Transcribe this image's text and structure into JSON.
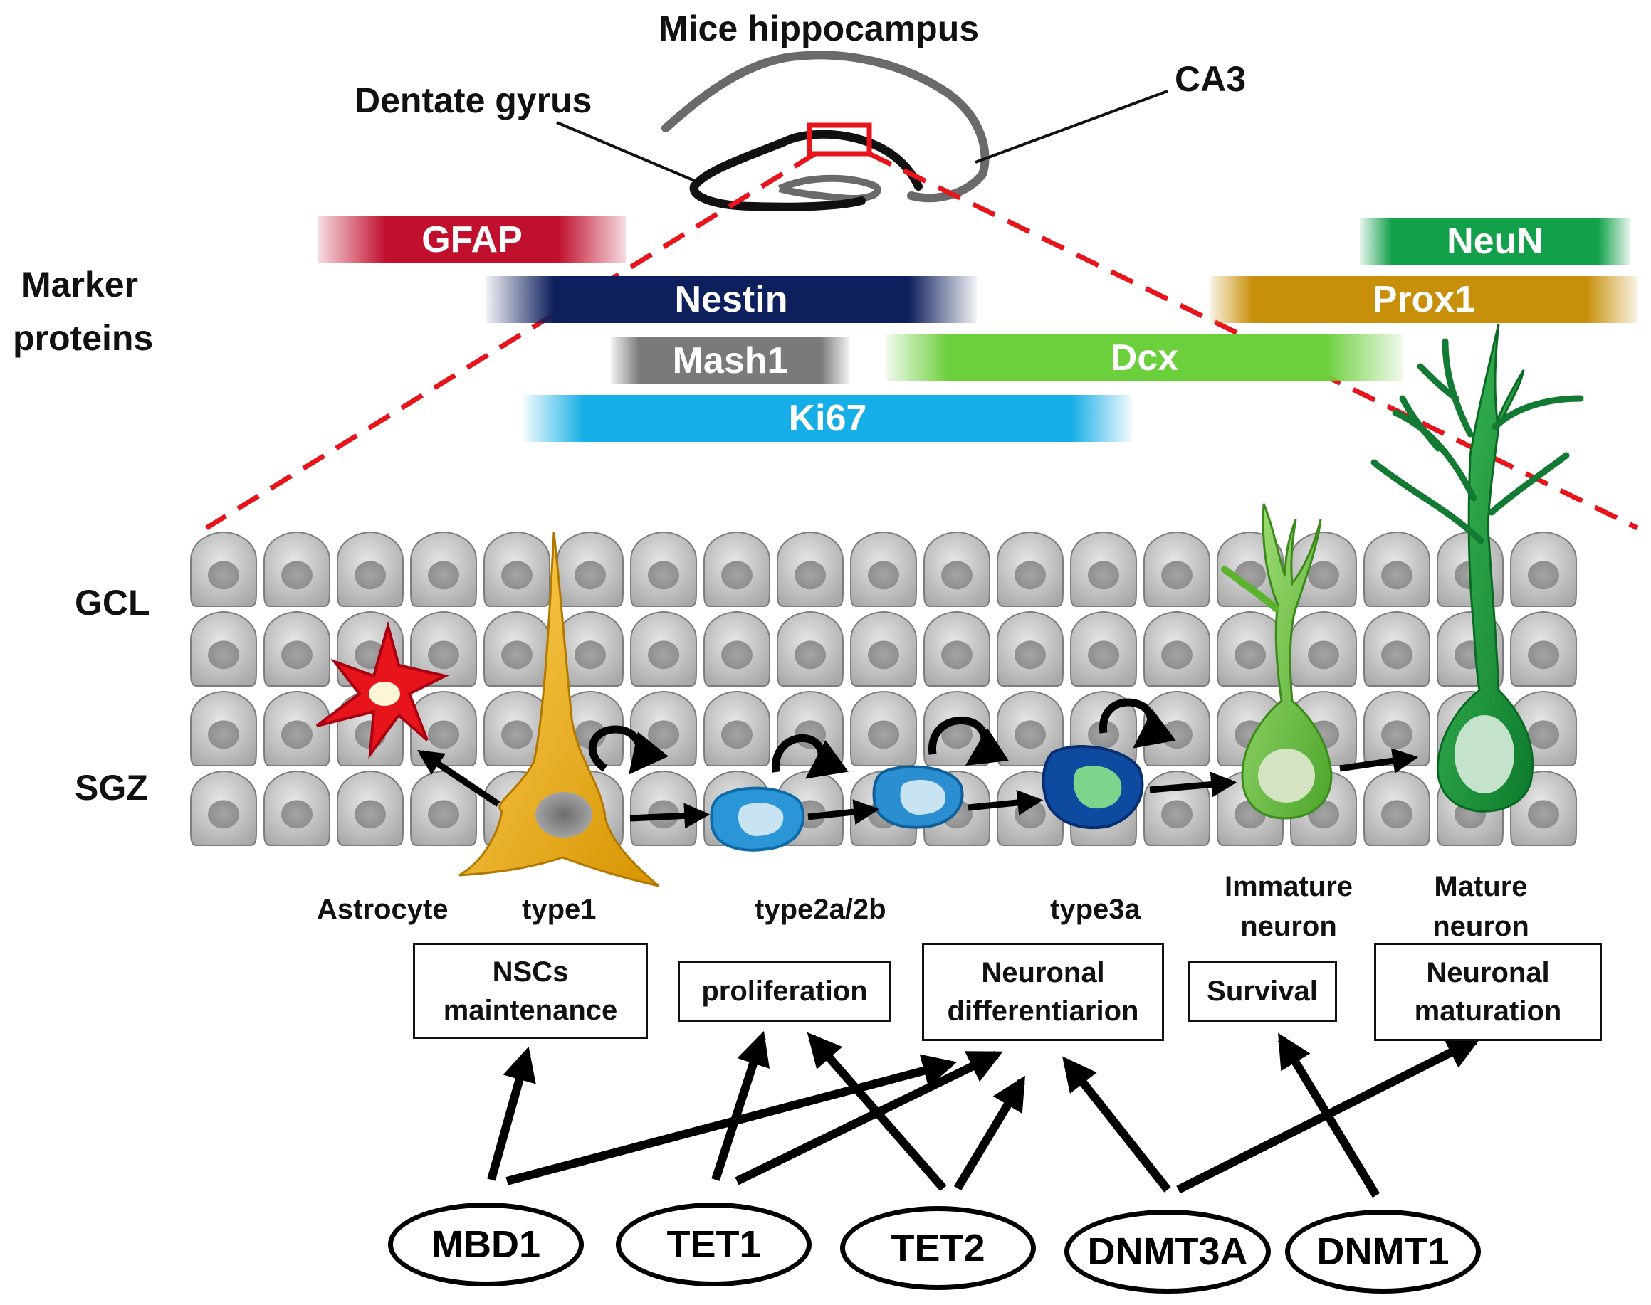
{
  "hippocampus": {
    "title": "Mice hippocampus",
    "dentate_gyrus_label": "Dentate gyrus",
    "ca3_label": "CA3"
  },
  "markers": {
    "heading_line1": "Marker",
    "heading_line2": "proteins",
    "gfap": "GFAP",
    "nestin": "Nestin",
    "mash1": "Mash1",
    "ki67": "Ki67",
    "dcx": "Dcx",
    "neun": "NeuN",
    "prox1": "Prox1",
    "colors": {
      "gfap": "#c0102e",
      "nestin": "#0d1f5c",
      "mash1": "#7a7a7a",
      "ki67": "#16aee6",
      "dcx": "#6ccf3c",
      "neun": "#12a04a",
      "prox1": "#c8900a"
    }
  },
  "layers": {
    "gcl": "GCL",
    "sgz": "SGZ"
  },
  "cells": {
    "astrocyte": "Astrocyte",
    "type1": "type1",
    "type2": "type2a/2b",
    "type3": "type3a",
    "immature_line1": "Immature",
    "immature_line2": "neuron",
    "mature_line1": "Mature",
    "mature_line2": "neuron"
  },
  "processes": {
    "nscs_line1": "NSCs",
    "nscs_line2": "maintenance",
    "proliferation": "proliferation",
    "diff_line1": "Neuronal",
    "diff_line2": "differentiarion",
    "survival": "Survival",
    "mat_line1": "Neuronal",
    "mat_line2": "maturation"
  },
  "regulators": {
    "mbd1": "MBD1",
    "tet1": "TET1",
    "tet2": "TET2",
    "dnmt3a": "DNMT3A",
    "dnmt1": "DNMT1"
  }
}
